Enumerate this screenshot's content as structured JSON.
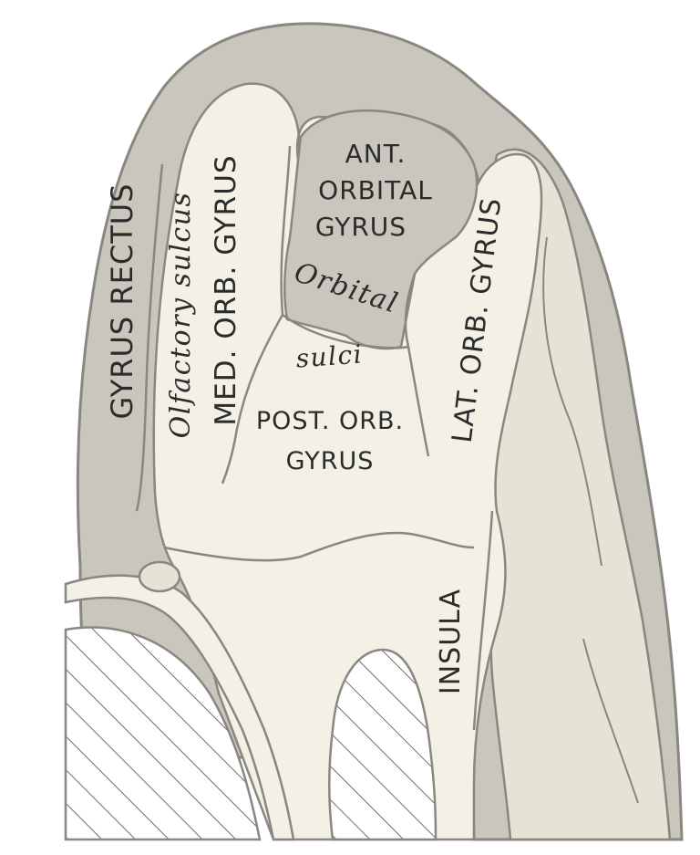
{
  "labels": {
    "gyrus_rectus": "GYRUS RECTUS",
    "olfactory_sulcus": "Olfactory sulcus",
    "med_orb_gyrus": "MED. ORB. GYRUS",
    "ant_orbital_gyrus_1": "ANT.",
    "ant_orbital_gyrus_2": "ORBITAL",
    "ant_orbital_gyrus_3": "GYRUS",
    "orbital": "Orbital",
    "sulci": "sulci",
    "post_orb_gyrus_1": "POST. ORB.",
    "post_orb_gyrus_2": "GYRUS",
    "lat_orb_gyrus": "LAT. ORB. GYRUS",
    "insula": "INSULA"
  },
  "colors": {
    "outline": "#8a8780",
    "dark_fill": "#c9c6be",
    "light_fill": "#f3f1e6",
    "mid_fill": "#e6e3d6",
    "text": "#2b2b2b",
    "hatch": "#6f6d68"
  }
}
